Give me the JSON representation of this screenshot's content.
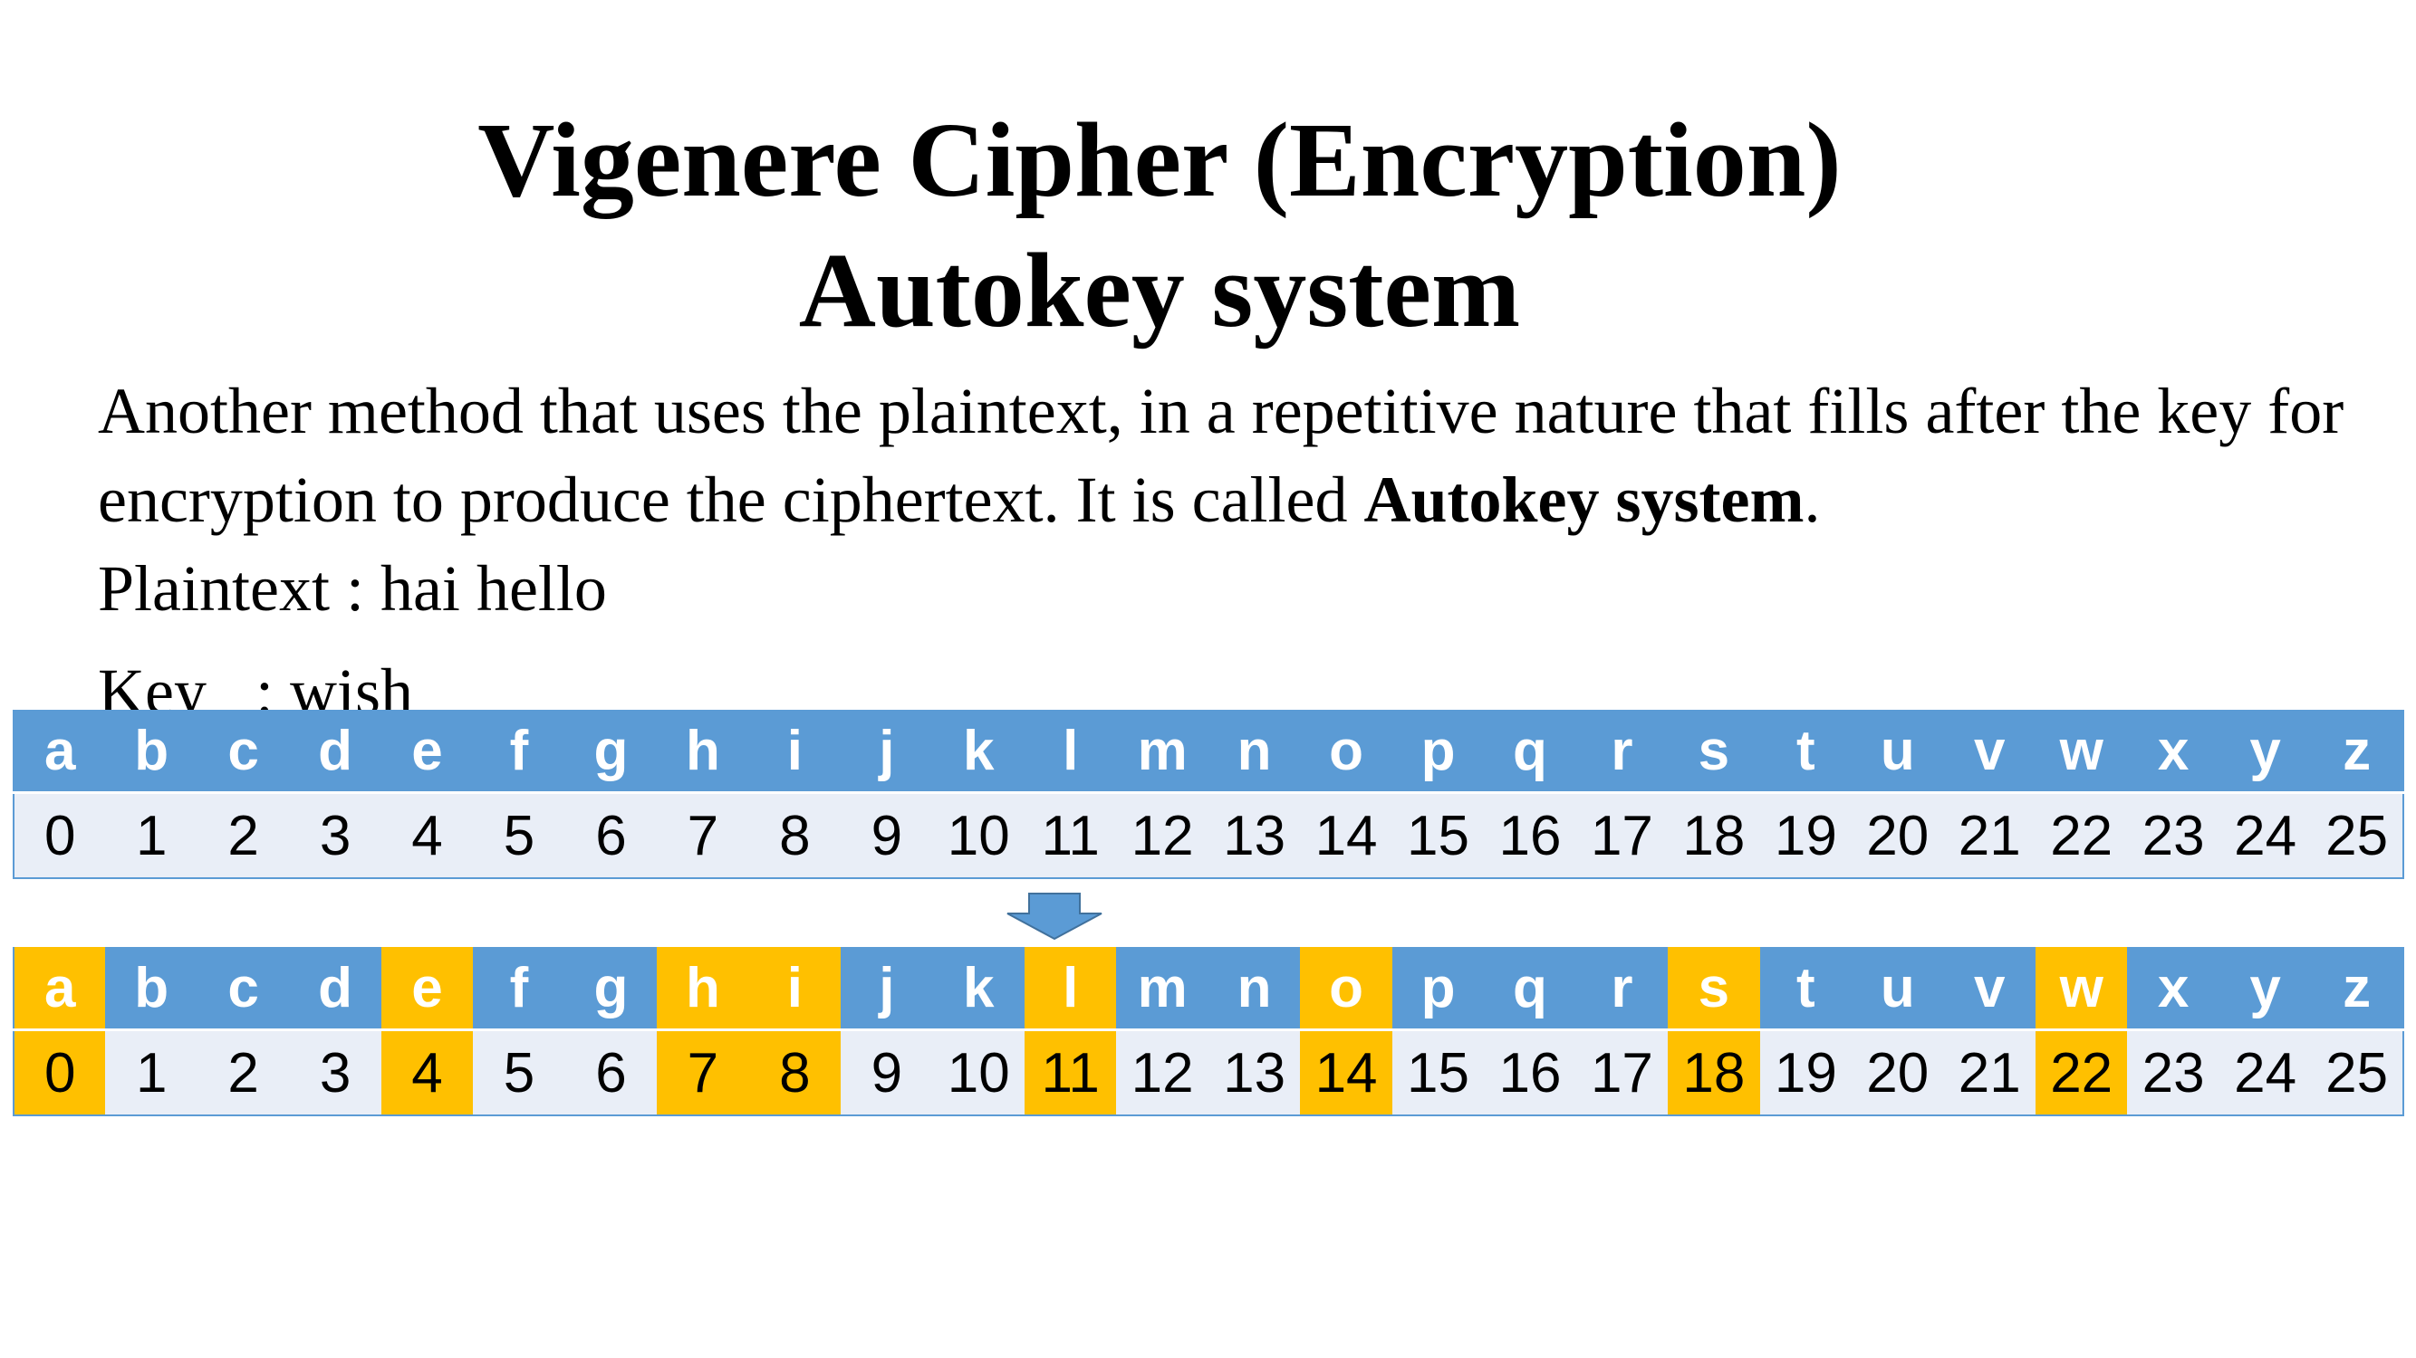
{
  "slide": {
    "title_line1": "Vigenere Cipher (Encryption)",
    "title_line2": "Autokey system",
    "paragraph_before_bold": "Another method that uses the plaintext, in a repetitive nature that fills after the key for encryption to produce the ciphertext. It is called ",
    "paragraph_bold": "Autokey system",
    "paragraph_after_bold": ".",
    "plaintext_line": "Plaintext : hai hello",
    "key_line": "Key   : wish"
  },
  "alphabet_table": {
    "letters": [
      "a",
      "b",
      "c",
      "d",
      "e",
      "f",
      "g",
      "h",
      "i",
      "j",
      "k",
      "l",
      "m",
      "n",
      "o",
      "p",
      "q",
      "r",
      "s",
      "t",
      "u",
      "v",
      "w",
      "x",
      "y",
      "z"
    ],
    "numbers": [
      "0",
      "1",
      "2",
      "3",
      "4",
      "5",
      "6",
      "7",
      "8",
      "9",
      "10",
      "11",
      "12",
      "13",
      "14",
      "15",
      "16",
      "17",
      "18",
      "19",
      "20",
      "21",
      "22",
      "23",
      "24",
      "25"
    ]
  },
  "highlighted_indices": [
    0,
    4,
    7,
    8,
    11,
    14,
    18,
    22
  ],
  "colors": {
    "header_blue": "#5b9bd5",
    "row_light": "#e9eef7",
    "highlight": "#ffc000"
  },
  "arrow_icon": "down-arrow-icon"
}
